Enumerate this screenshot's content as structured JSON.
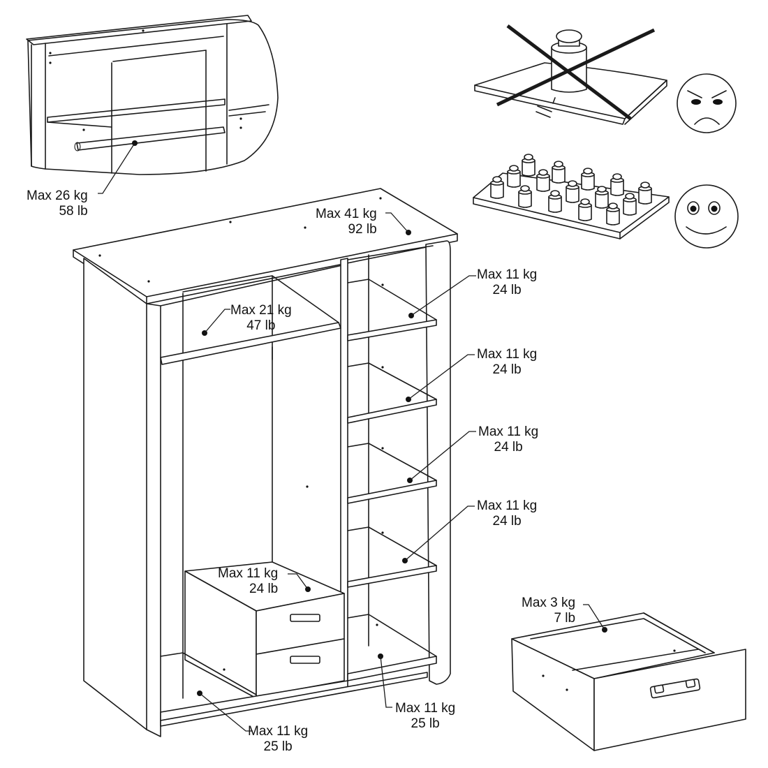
{
  "labels": {
    "rod": {
      "kg": "Max 26 kg",
      "lb": "58 lb"
    },
    "top": {
      "kg": "Max 41 kg",
      "lb": "92 lb"
    },
    "upper_left_shelf": {
      "kg": "Max 21 kg",
      "lb": "47 lb"
    },
    "right_shelf_1": {
      "kg": "Max 11 kg",
      "lb": "24 lb"
    },
    "right_shelf_2": {
      "kg": "Max 11 kg",
      "lb": "24 lb"
    },
    "right_shelf_3": {
      "kg": "Max 11 kg",
      "lb": "24 lb"
    },
    "right_shelf_4": {
      "kg": "Max 11 kg",
      "lb": "24 lb"
    },
    "drawer_unit_top": {
      "kg": "Max 11 kg",
      "lb": "24 lb"
    },
    "bottom_left": {
      "kg": "Max 11 kg",
      "lb": "25 lb"
    },
    "bottom_right": {
      "kg": "Max 11 kg",
      "lb": "25 lb"
    },
    "drawer": {
      "kg": "Max 3 kg",
      "lb": "7 lb"
    }
  },
  "icons": {
    "incorrect_load": "point-load-crossed-out-icon",
    "angry_face": "angry-face-icon",
    "correct_load": "distributed-load-icon",
    "smiley_face": "smiley-face-icon"
  }
}
